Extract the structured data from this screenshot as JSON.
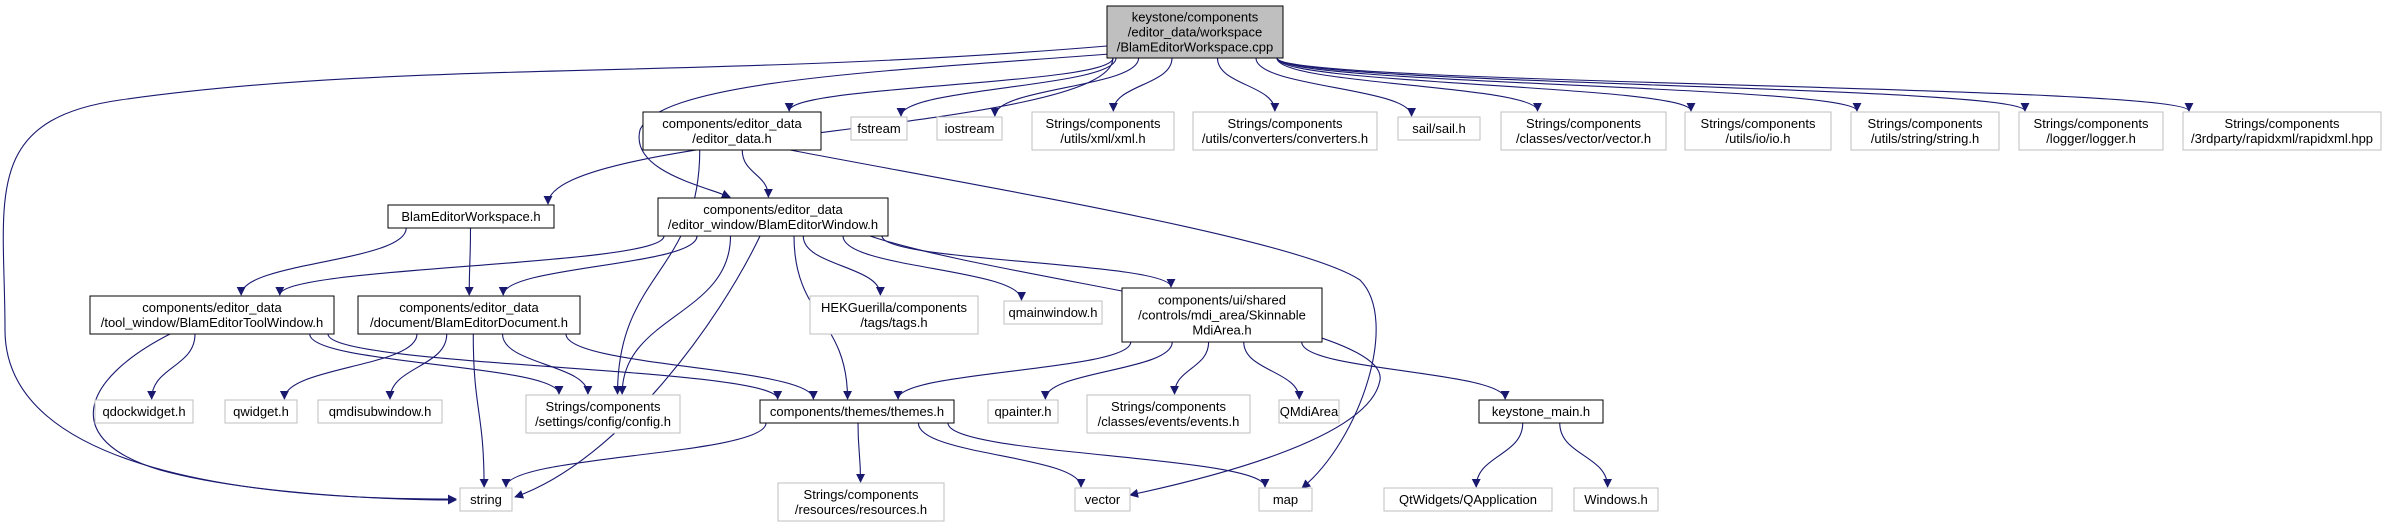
{
  "graph": {
    "nodes": [
      {
        "id": "root",
        "lines": [
          "keystone/components",
          "/editor_data/workspace",
          "/BlamEditorWorkspace.cpp"
        ],
        "style": "root"
      },
      {
        "id": "bew_h",
        "lines": [
          "BlamEditorWorkspace.h"
        ],
        "style": "internal"
      },
      {
        "id": "string",
        "lines": [
          "string"
        ],
        "style": "external"
      },
      {
        "id": "editor_data_h",
        "lines": [
          "components/editor_data",
          "/editor_data.h"
        ],
        "style": "internal"
      },
      {
        "id": "fstream",
        "lines": [
          "fstream"
        ],
        "style": "external"
      },
      {
        "id": "iostream",
        "lines": [
          "iostream"
        ],
        "style": "external"
      },
      {
        "id": "xml",
        "lines": [
          "Strings/components",
          "/utils/xml/xml.h"
        ],
        "style": "external"
      },
      {
        "id": "converters",
        "lines": [
          "Strings/components",
          "/utils/converters/converters.h"
        ],
        "style": "external"
      },
      {
        "id": "sail",
        "lines": [
          "sail/sail.h"
        ],
        "style": "external"
      },
      {
        "id": "vector_h",
        "lines": [
          "Strings/components",
          "/classes/vector/vector.h"
        ],
        "style": "external"
      },
      {
        "id": "io",
        "lines": [
          "Strings/components",
          "/utils/io/io.h"
        ],
        "style": "external"
      },
      {
        "id": "string_h",
        "lines": [
          "Strings/components",
          "/utils/string/string.h"
        ],
        "style": "external"
      },
      {
        "id": "logger",
        "lines": [
          "Strings/components",
          "/logger/logger.h"
        ],
        "style": "external"
      },
      {
        "id": "rapidxml",
        "lines": [
          "Strings/components",
          "/3rdparty/rapidxml/rapidxml.hpp"
        ],
        "style": "external"
      },
      {
        "id": "bewin_h",
        "lines": [
          "components/editor_data",
          "/editor_window/BlamEditorWindow.h"
        ],
        "style": "internal"
      },
      {
        "id": "toolwin_h",
        "lines": [
          "components/editor_data",
          "/tool_window/BlamEditorToolWindow.h"
        ],
        "style": "internal"
      },
      {
        "id": "doc_h",
        "lines": [
          "components/editor_data",
          "/document/BlamEditorDocument.h"
        ],
        "style": "internal"
      },
      {
        "id": "config",
        "lines": [
          "Strings/components",
          "/settings/config/config.h"
        ],
        "style": "external"
      },
      {
        "id": "tags",
        "lines": [
          "HEKGuerilla/components",
          "/tags/tags.h"
        ],
        "style": "external"
      },
      {
        "id": "qmainwindow",
        "lines": [
          "qmainwindow.h"
        ],
        "style": "external"
      },
      {
        "id": "mdi",
        "lines": [
          "components/ui/shared",
          "/controls/mdi_area/Skinnable",
          "MdiArea.h"
        ],
        "style": "internal"
      },
      {
        "id": "map",
        "lines": [
          "map"
        ],
        "style": "external"
      },
      {
        "id": "vector",
        "lines": [
          "vector"
        ],
        "style": "external"
      },
      {
        "id": "qdockwidget",
        "lines": [
          "qdockwidget.h"
        ],
        "style": "external"
      },
      {
        "id": "themes",
        "lines": [
          "components/themes/themes.h"
        ],
        "style": "internal"
      },
      {
        "id": "qwidget",
        "lines": [
          "qwidget.h"
        ],
        "style": "external"
      },
      {
        "id": "qmdisubwindow",
        "lines": [
          "qmdisubwindow.h"
        ],
        "style": "external"
      },
      {
        "id": "qpainter",
        "lines": [
          "qpainter.h"
        ],
        "style": "external"
      },
      {
        "id": "events",
        "lines": [
          "Strings/components",
          "/classes/events/events.h"
        ],
        "style": "external"
      },
      {
        "id": "qmdiarea",
        "lines": [
          "QMdiArea"
        ],
        "style": "external"
      },
      {
        "id": "keystone_main",
        "lines": [
          "keystone_main.h"
        ],
        "style": "internal"
      },
      {
        "id": "resources",
        "lines": [
          "Strings/components",
          "/resources/resources.h"
        ],
        "style": "external"
      },
      {
        "id": "qapplication",
        "lines": [
          "QtWidgets/QApplication"
        ],
        "style": "external"
      },
      {
        "id": "windows",
        "lines": [
          "Windows.h"
        ],
        "style": "external"
      }
    ],
    "edges": [
      [
        "root",
        "bew_h"
      ],
      [
        "root",
        "string"
      ],
      [
        "root",
        "editor_data_h"
      ],
      [
        "root",
        "fstream"
      ],
      [
        "root",
        "iostream"
      ],
      [
        "root",
        "xml"
      ],
      [
        "root",
        "converters"
      ],
      [
        "root",
        "sail"
      ],
      [
        "root",
        "vector_h"
      ],
      [
        "root",
        "io"
      ],
      [
        "root",
        "string_h"
      ],
      [
        "root",
        "logger"
      ],
      [
        "root",
        "rapidxml"
      ],
      [
        "root",
        "bewin_h"
      ],
      [
        "editor_data_h",
        "bewin_h"
      ],
      [
        "editor_data_h",
        "config"
      ],
      [
        "editor_data_h",
        "map"
      ],
      [
        "bew_h",
        "toolwin_h"
      ],
      [
        "bew_h",
        "doc_h"
      ],
      [
        "bewin_h",
        "toolwin_h"
      ],
      [
        "bewin_h",
        "doc_h"
      ],
      [
        "bewin_h",
        "config"
      ],
      [
        "bewin_h",
        "string"
      ],
      [
        "bewin_h",
        "themes"
      ],
      [
        "bewin_h",
        "tags"
      ],
      [
        "bewin_h",
        "qmainwindow"
      ],
      [
        "bewin_h",
        "mdi"
      ],
      [
        "bewin_h",
        "vector"
      ],
      [
        "toolwin_h",
        "qdockwidget"
      ],
      [
        "toolwin_h",
        "string"
      ],
      [
        "toolwin_h",
        "config"
      ],
      [
        "toolwin_h",
        "themes"
      ],
      [
        "doc_h",
        "qwidget"
      ],
      [
        "doc_h",
        "qmdisubwindow"
      ],
      [
        "doc_h",
        "string"
      ],
      [
        "doc_h",
        "config"
      ],
      [
        "doc_h",
        "themes"
      ],
      [
        "mdi",
        "themes"
      ],
      [
        "mdi",
        "qpainter"
      ],
      [
        "mdi",
        "events"
      ],
      [
        "mdi",
        "qmdiarea"
      ],
      [
        "mdi",
        "keystone_main"
      ],
      [
        "themes",
        "string"
      ],
      [
        "themes",
        "resources"
      ],
      [
        "themes",
        "vector"
      ],
      [
        "themes",
        "map"
      ],
      [
        "keystone_main",
        "qapplication"
      ],
      [
        "keystone_main",
        "windows"
      ]
    ],
    "colors": {
      "edge": "#191970",
      "root_fill": "#bfbfbf",
      "root_border": "#000000",
      "internal_border": "#000000",
      "external_border": "#bfbfbf",
      "node_fill": "#ffffff"
    }
  }
}
